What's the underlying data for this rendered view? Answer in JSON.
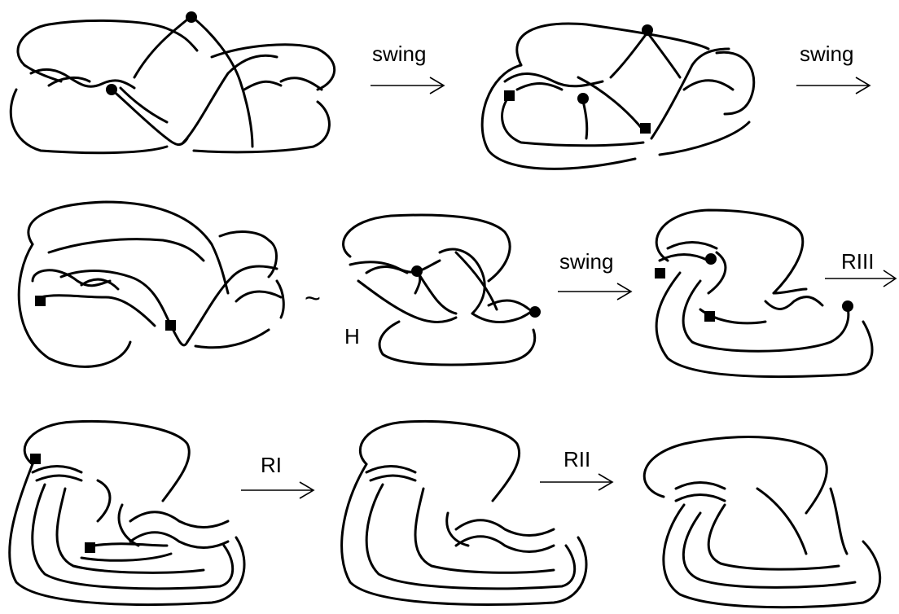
{
  "diagram": {
    "colors": {
      "stroke": "#000000",
      "background": "#ffffff"
    },
    "labels": {
      "swing_1": "swing",
      "swing_2": "swing",
      "swing_3": "swing",
      "riii": "RIII",
      "ri": "RI",
      "rii": "RII",
      "h_label": "H",
      "equivalence": "~"
    },
    "markers": {
      "dot": "filled-circle-marker",
      "square": "filled-square-marker"
    }
  }
}
